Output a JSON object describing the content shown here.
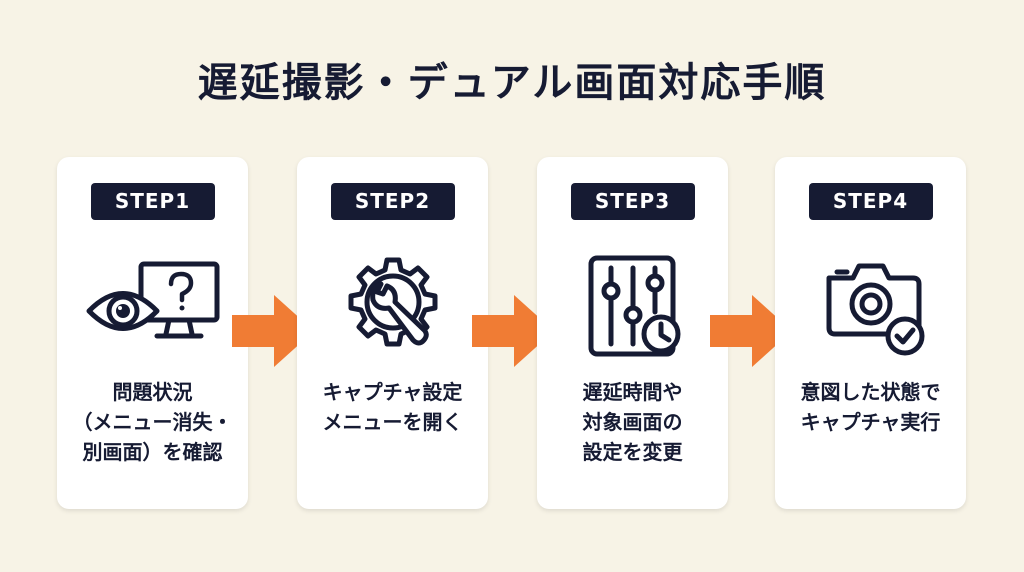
{
  "title": "遅延撮影・デュアル画面対応手順",
  "steps": [
    {
      "badge": "STEP1",
      "icon": "eye-monitor-question-icon",
      "lines": [
        "問題状況",
        "（メニュー消失・",
        "別画面）を確認"
      ]
    },
    {
      "badge": "STEP2",
      "icon": "gear-wrench-icon",
      "lines": [
        "キャプチャ設定",
        "メニューを開く"
      ]
    },
    {
      "badge": "STEP3",
      "icon": "sliders-clock-icon",
      "lines": [
        "遅延時間や",
        "対象画面の",
        "設定を変更"
      ]
    },
    {
      "badge": "STEP4",
      "icon": "camera-check-icon",
      "lines": [
        "意図した状態で",
        "キャプチャ実行"
      ]
    }
  ],
  "colors": {
    "background": "#f7f3e6",
    "navy": "#161b33",
    "arrow": "#f07c34",
    "card": "#ffffff"
  }
}
